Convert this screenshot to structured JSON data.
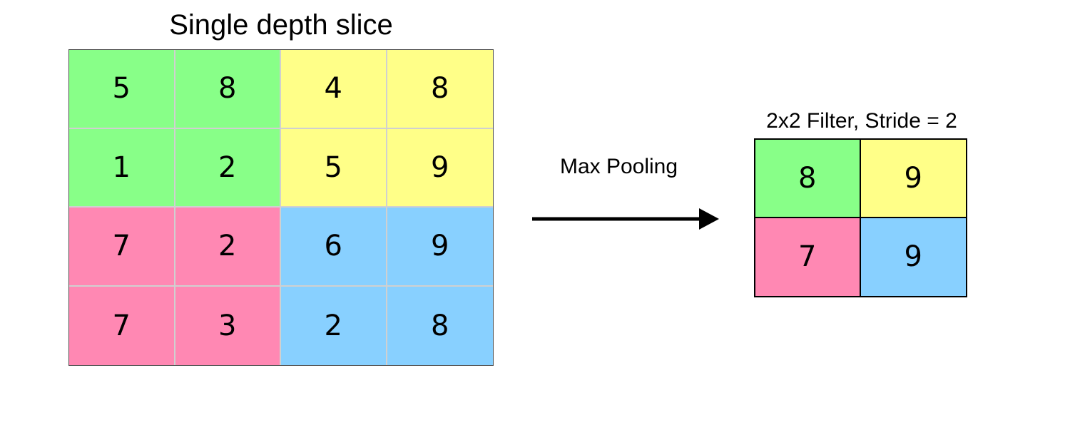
{
  "title": "Single depth slice",
  "operation_label": "Max Pooling",
  "filter_label": "2x2 Filter, Stride = 2",
  "colors": {
    "green": "#88ff88",
    "yellow": "#ffff88",
    "pink": "#ff88b3",
    "blue": "#88d0ff"
  },
  "input": {
    "rows": [
      [
        {
          "value": "5",
          "color": "green"
        },
        {
          "value": "8",
          "color": "green"
        },
        {
          "value": "4",
          "color": "yellow"
        },
        {
          "value": "8",
          "color": "yellow"
        }
      ],
      [
        {
          "value": "1",
          "color": "green"
        },
        {
          "value": "2",
          "color": "green"
        },
        {
          "value": "5",
          "color": "yellow"
        },
        {
          "value": "9",
          "color": "yellow"
        }
      ],
      [
        {
          "value": "7",
          "color": "pink"
        },
        {
          "value": "2",
          "color": "pink"
        },
        {
          "value": "6",
          "color": "blue"
        },
        {
          "value": "9",
          "color": "blue"
        }
      ],
      [
        {
          "value": "7",
          "color": "pink"
        },
        {
          "value": "3",
          "color": "pink"
        },
        {
          "value": "2",
          "color": "blue"
        },
        {
          "value": "8",
          "color": "blue"
        }
      ]
    ]
  },
  "output": {
    "rows": [
      [
        {
          "value": "8",
          "color": "green"
        },
        {
          "value": "9",
          "color": "yellow"
        }
      ],
      [
        {
          "value": "7",
          "color": "pink"
        },
        {
          "value": "9",
          "color": "blue"
        }
      ]
    ]
  }
}
